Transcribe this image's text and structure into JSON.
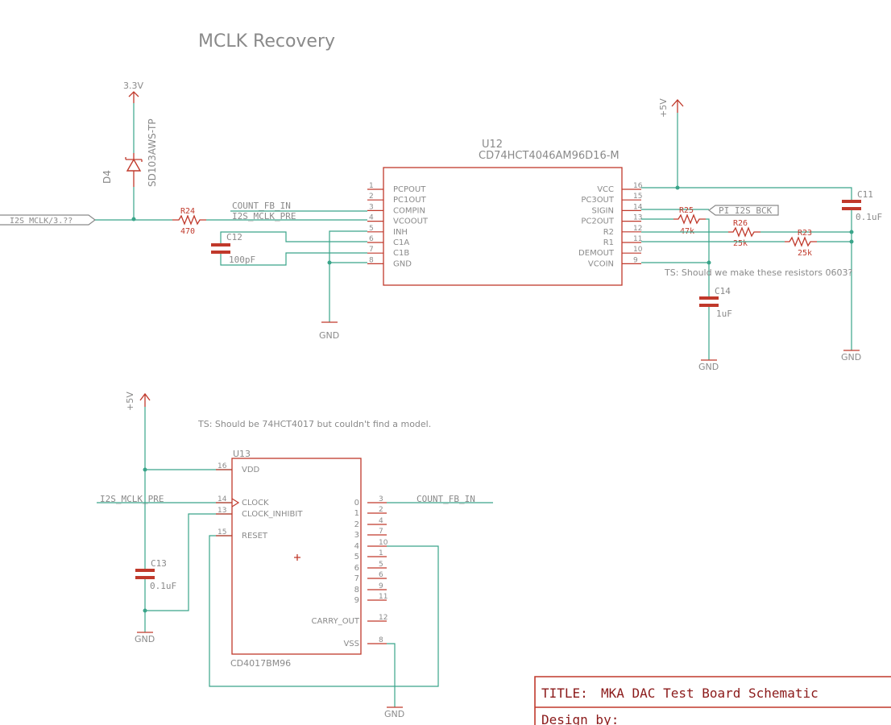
{
  "sheet": {
    "title": "MCLK Recovery",
    "title_block": {
      "title_label": "TITLE:",
      "title_value": "MKA DAC Test Board Schematic",
      "design_by_label": "Design by:"
    },
    "colors": {
      "wire": "#3aa58a",
      "component": "#c0392b",
      "text": "#8a8a8a",
      "background": "#ffffff"
    }
  },
  "power": {
    "v33": "3.3V",
    "plus5v": "+5V",
    "gnd": "GND"
  },
  "nets": {
    "i2s_mclk_in": "I2S_MCLK/3.??",
    "count_fb_in": "COUNT_FB_IN",
    "i2s_mclk_pre": "I2S_MCLK_PRE",
    "pi_i2s_bck": "PI_I2S_BCK"
  },
  "notes": {
    "resistors": "TS: Should we make these resistors 0603?",
    "counter": "TS: Should be 74HCT4017 but couldn't find a model."
  },
  "components": {
    "d4": {
      "ref": "D4",
      "value": "SD103AWS-TP"
    },
    "r24": {
      "ref": "R24",
      "value": "470"
    },
    "r25": {
      "ref": "R25",
      "value": "47k"
    },
    "r26": {
      "ref": "R26",
      "value": "25k"
    },
    "r23": {
      "ref": "R23",
      "value": "25k"
    },
    "c11": {
      "ref": "C11",
      "value": "0.1uF"
    },
    "c12": {
      "ref": "C12",
      "value": "100pF"
    },
    "c13": {
      "ref": "C13",
      "value": "0.1uF"
    },
    "c14": {
      "ref": "C14",
      "value": "1uF"
    }
  },
  "u12": {
    "ref": "U12",
    "part": "CD74HCT4046AM96D16-M",
    "left_pins": [
      {
        "num": "1",
        "name": "PCPOUT"
      },
      {
        "num": "2",
        "name": "PC1OUT"
      },
      {
        "num": "3",
        "name": "COMPIN"
      },
      {
        "num": "4",
        "name": "VCOOUT"
      },
      {
        "num": "5",
        "name": "INH"
      },
      {
        "num": "6",
        "name": "C1A"
      },
      {
        "num": "7",
        "name": "C1B"
      },
      {
        "num": "8",
        "name": "GND"
      }
    ],
    "right_pins": [
      {
        "num": "16",
        "name": "VCC"
      },
      {
        "num": "15",
        "name": "PC3OUT"
      },
      {
        "num": "14",
        "name": "SIGIN"
      },
      {
        "num": "13",
        "name": "PC2OUT"
      },
      {
        "num": "12",
        "name": "R2"
      },
      {
        "num": "11",
        "name": "R1"
      },
      {
        "num": "10",
        "name": "DEMOUT"
      },
      {
        "num": "9",
        "name": "VCOIN"
      }
    ]
  },
  "u13": {
    "ref": "U13",
    "part": "CD4017BM96",
    "left_pins": [
      {
        "num": "16",
        "name": "VDD"
      },
      {
        "num": "14",
        "name": "CLOCK"
      },
      {
        "num": "13",
        "name": "CLOCK_INHIBIT"
      },
      {
        "num": "15",
        "name": "RESET"
      }
    ],
    "right_pins": [
      {
        "num": "3",
        "name": "0"
      },
      {
        "num": "2",
        "name": "1"
      },
      {
        "num": "4",
        "name": "2"
      },
      {
        "num": "7",
        "name": "3"
      },
      {
        "num": "10",
        "name": "4"
      },
      {
        "num": "1",
        "name": "5"
      },
      {
        "num": "5",
        "name": "6"
      },
      {
        "num": "6",
        "name": "7"
      },
      {
        "num": "9",
        "name": "8"
      },
      {
        "num": "11",
        "name": "9"
      },
      {
        "num": "12",
        "name": "CARRY_OUT"
      },
      {
        "num": "8",
        "name": "VSS"
      }
    ]
  }
}
